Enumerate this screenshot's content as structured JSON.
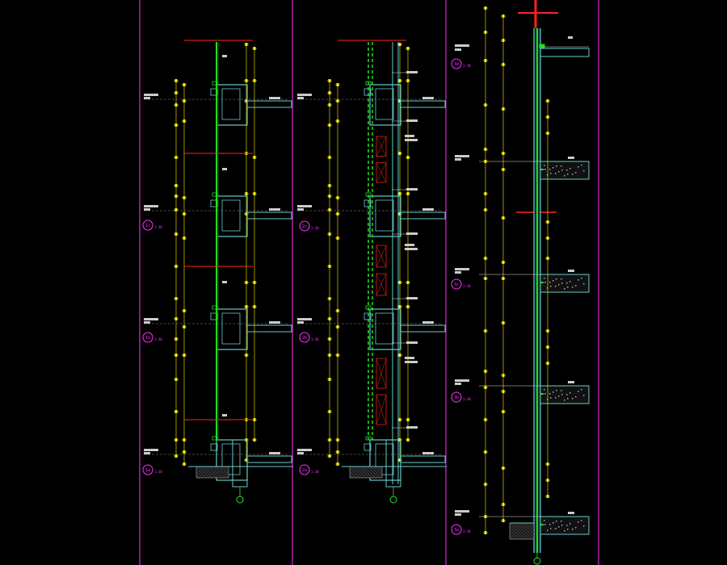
{
  "colors": {
    "background": "#000000",
    "frame": "#ff33ff",
    "wall": "#66cccc",
    "glass": "#22dd22",
    "dimension": "#ffee00",
    "datum": "#ff2222",
    "grid_bubble": "#33dd33",
    "hatch": "#aaaaaa",
    "text": "#ffffff",
    "callout": "#ff33ff"
  },
  "panels": [
    {
      "id": "section-1",
      "callouts": [
        {
          "num": "1c",
          "scale": "1:30"
        },
        {
          "num": "1b",
          "scale": "1:30"
        },
        {
          "num": "1a",
          "scale": "1:30"
        }
      ]
    },
    {
      "id": "section-2",
      "callouts": [
        {
          "num": "2c",
          "scale": "1:30"
        },
        {
          "num": "2b",
          "scale": "1:30"
        },
        {
          "num": "2a",
          "scale": "1:30"
        }
      ]
    },
    {
      "id": "section-3",
      "callouts": [
        {
          "num": "3d",
          "scale": "1:30"
        },
        {
          "num": "3c",
          "scale": "1:30"
        },
        {
          "num": "3b",
          "scale": "1:30"
        },
        {
          "num": "3a",
          "scale": "1:30"
        }
      ]
    }
  ]
}
